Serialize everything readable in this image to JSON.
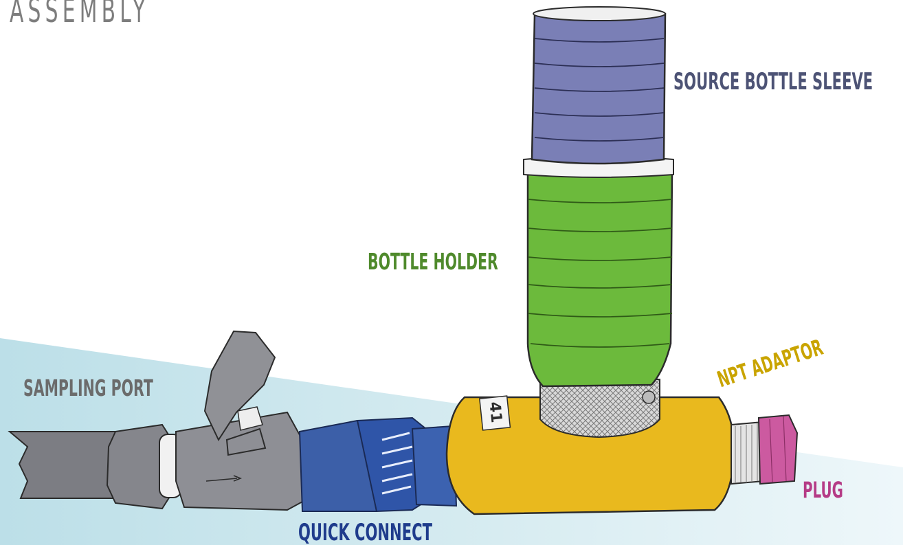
{
  "title": "ASSEMBLY",
  "labels": {
    "source_bottle_sleeve": "SOURCE BOTTLE SLEEVE",
    "bottle_holder": "BOTTLE HOLDER",
    "npt_adaptor": "NPT ADAPTOR",
    "sampling_port": "SAMPLING PORT",
    "quick_connect": "QUICK CONNECT",
    "plug": "PLUG"
  },
  "body_tag_number": "41",
  "colors": {
    "background_wash": "#cfe6ec",
    "sleeve": "#7a7fb6",
    "holder": "#6cba3c",
    "body": "#e9b91e",
    "quick_connect": "#3c5fa8",
    "valve": "#8a8a8f",
    "plug": "#cc5aa0",
    "sleeve_label": "#4d5375",
    "holder_label": "#4f8a2c",
    "npt_label": "#c9a400",
    "port_label": "#6b6b6b",
    "quick_label": "#1f3c8c",
    "plug_label": "#b53b86"
  }
}
